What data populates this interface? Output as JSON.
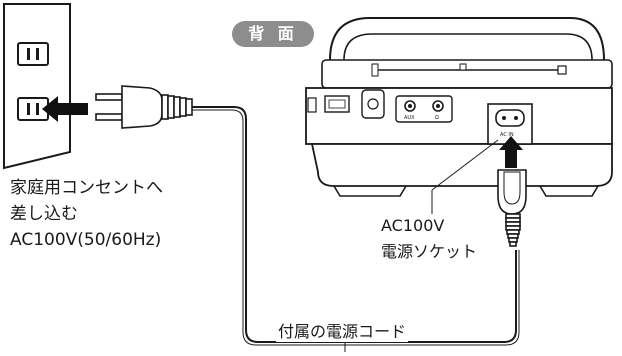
{
  "outlet_caption": {
    "line1": "家庭用コンセントへ",
    "line2": "差し込む",
    "line3": "AC100V(50/60Hz)"
  },
  "rear_badge": "背 面",
  "socket_caption": {
    "line1": "AC100V",
    "line2": "電源ソケット"
  },
  "cord_caption": "付属の電源コード",
  "jack_labels": {
    "aux": "AUX",
    "headphone": "Ω",
    "ac_in": "AC IN"
  },
  "colors": {
    "line": "#1a1a1a",
    "badge": "#8d8d8d",
    "arrow": "#111111",
    "panel_fill": "#ffffff"
  }
}
